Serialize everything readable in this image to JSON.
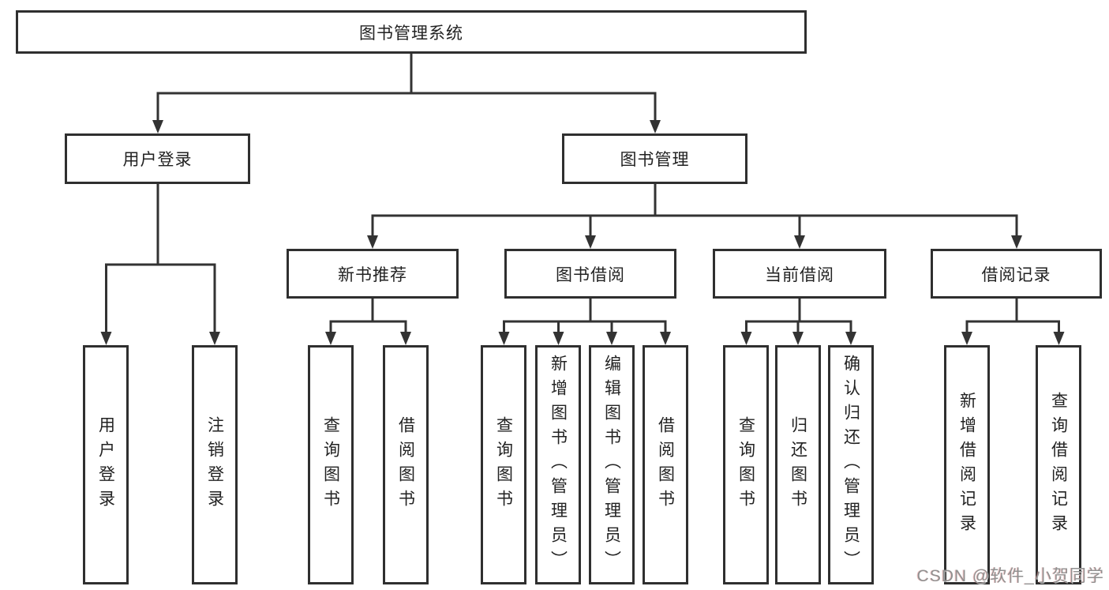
{
  "tree": {
    "root": {
      "label": "图书管理系统"
    },
    "branches": [
      {
        "label": "用户登录",
        "children": [
          {
            "label": "用户登录"
          },
          {
            "label": "注销登录"
          }
        ]
      },
      {
        "label": "图书管理",
        "children": [
          {
            "label": "新书推荐",
            "children": [
              {
                "label": "查询图书"
              },
              {
                "label": "借阅图书"
              }
            ]
          },
          {
            "label": "图书借阅",
            "children": [
              {
                "label": "查询图书"
              },
              {
                "label": "新增图书（管理员）"
              },
              {
                "label": "编辑图书（管理员）"
              },
              {
                "label": "借阅图书"
              }
            ]
          },
          {
            "label": "当前借阅",
            "children": [
              {
                "label": "查询图书"
              },
              {
                "label": "归还图书"
              },
              {
                "label": "确认归还（管理员）"
              }
            ]
          },
          {
            "label": "借阅记录",
            "children": [
              {
                "label": "新增借阅记录"
              },
              {
                "label": "查询借阅记录"
              }
            ]
          }
        ]
      }
    ]
  },
  "watermark": {
    "text": "CSDN @软件_小贺同学"
  },
  "colors": {
    "line": "#333333",
    "box_border": "#2f2f2f",
    "text": "#222222",
    "watermark": "#919191",
    "background": "#ffffff"
  }
}
